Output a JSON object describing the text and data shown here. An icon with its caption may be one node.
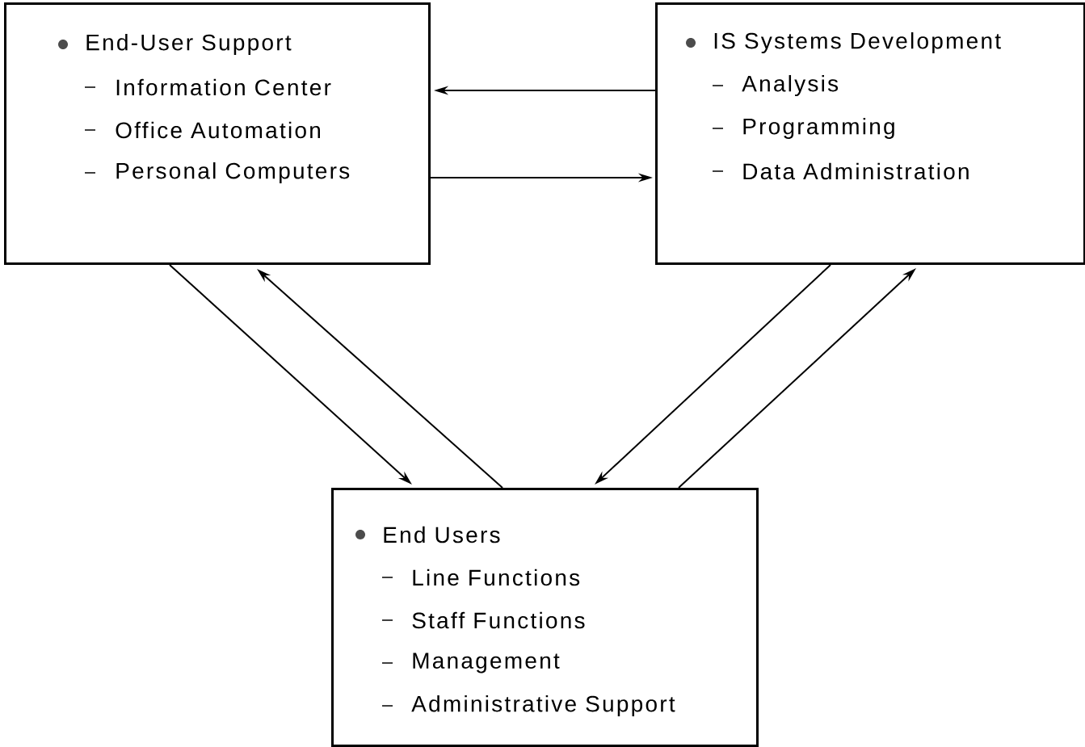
{
  "diagram": {
    "nodes": [
      {
        "text": [
          "End-User Support",
          "Information Center",
          "Office Automation",
          "Personal Computers"
        ]
      },
      {
        "text": [
          "IS Systems Development",
          "Analysis",
          "Programming",
          "Data Administration"
        ]
      },
      {
        "text": [
          "End Users",
          "Line Functions",
          "Staff Functions",
          "Management",
          "Administrative Support"
        ]
      }
    ],
    "edges": [
      {
        "from": 1,
        "to": 0,
        "arrow": "to"
      },
      {
        "from": 0,
        "to": 1,
        "arrow": "to"
      },
      {
        "from": 0,
        "to": 2,
        "arrow": "to"
      },
      {
        "from": 2,
        "to": 0,
        "arrow": "to"
      },
      {
        "from": 1,
        "to": 2,
        "arrow": "to"
      },
      {
        "from": 2,
        "to": 1,
        "arrow": "to"
      }
    ]
  }
}
